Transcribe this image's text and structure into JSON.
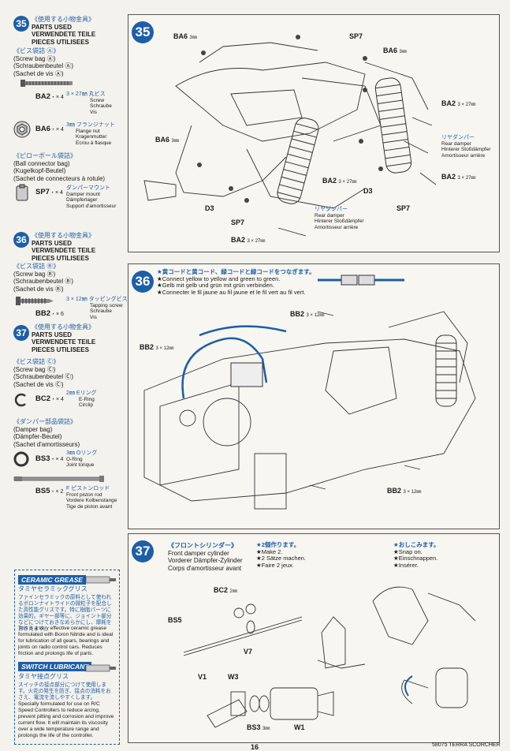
{
  "step35": {
    "number": "35",
    "header": {
      "jp": "《使用する小物金具》",
      "en1": "PARTS USED",
      "en2": "VERWENDETE TEILE",
      "en3": "PIECES UTILISEES"
    },
    "bag": {
      "jp": "《ビス袋詰 Ⓐ》",
      "l1": "(Screw bag Ⓐ)",
      "l2": "(Schraubenbeutel Ⓐ)",
      "l3": "(Sachet de vis Ⓐ)"
    },
    "part1": {
      "code": "BA2",
      "qty": "・× 4",
      "size": "3 × 27㎜ 丸ビス",
      "d1": "Screw",
      "d2": "Schraube",
      "d3": "Vis"
    },
    "part2": {
      "code": "BA6",
      "qty": "・× 4",
      "size": "3㎜ フランジナット",
      "d1": "Flange nut",
      "d2": "Kragenmutter",
      "d3": "Ecrou à flasque"
    },
    "bag2": {
      "jp": "《ピローボール袋詰》",
      "l1": "(Ball connector bag)",
      "l2": "(Kugelkopf-Beutel)",
      "l3": "(Sachet de connecteurs à rotule)"
    },
    "part3": {
      "code": "SP7",
      "qty": "・× 4",
      "size": "ダンパーマウント",
      "d1": "Damper mount",
      "d2": "Dämpferlager",
      "d3": "Support d'amortisseur"
    },
    "diagram": {
      "ba6a": "BA6",
      "ba6a_s": "3㎜",
      "sp7a": "SP7",
      "ba6b": "BA6",
      "ba6b_s": "3㎜",
      "ba2a": "BA2",
      "ba2a_s": "3 × 27㎜",
      "ba6c": "BA6",
      "ba6c_s": "3㎜",
      "rd_jp": "リヤダンパー",
      "rd_en": "Rear damper",
      "rd_de": "Hinterer Stoßdämpfer",
      "rd_fr": "Amortisseur arrière",
      "ba2b": "BA2",
      "ba2b_s": "3 × 27㎜",
      "ba2c": "BA2",
      "ba2c_s": "3 × 27㎜",
      "d3a": "D3",
      "d3b": "D3",
      "sp7b": "SP7",
      "sp7c": "SP7",
      "rd2_jp": "リヤダンパー",
      "rd2_en": "Rear damper",
      "rd2_de": "Hinterer Stoßdämpfer",
      "rd2_fr": "Amortisseur arrière",
      "ba2d": "BA2",
      "ba2d_s": "3 × 27㎜"
    }
  },
  "step36": {
    "number": "36",
    "header": {
      "jp": "《使用する小物金具》",
      "en1": "PARTS USED",
      "en2": "VERWENDETE TEILE",
      "en3": "PIECES UTILISEES"
    },
    "bag": {
      "jp": "《ビス袋詰 Ⓑ》",
      "l1": "(Screw bag Ⓑ)",
      "l2": "(Schraubenbeutel Ⓑ)",
      "l3": "(Sachet de vis Ⓑ)"
    },
    "part1": {
      "code": "BB2",
      "qty": "・× 6",
      "size": "3 × 12㎜ タッピングビス",
      "d1": "Tapping screw",
      "d2": "Schraube",
      "d3": "Vis"
    },
    "diagram": {
      "note_jp": "★黄コードと黄コード、緑コードと緑コードをつなぎます。",
      "note_en": "★Connect yellow to yellow and green to green.",
      "note_de": "★Gelb mit gelb und grün mit grün verbinden.",
      "note_fr": "★Connecter le fil jaune au fil jaune et le fil vert au fil vert.",
      "bb2a": "BB2",
      "bb2a_s": "3 × 12㎜",
      "bb2b": "BB2",
      "bb2b_s": "3 × 12㎜",
      "bb2c": "BB2",
      "bb2c_s": "3 × 12㎜"
    }
  },
  "step37": {
    "number": "37",
    "header": {
      "jp": "《使用する小物金具》",
      "en1": "PARTS USED",
      "en2": "VERWENDETE TEILE",
      "en3": "PIECES UTILISEES"
    },
    "bag": {
      "jp": "《ビス袋詰 Ⓒ》",
      "l1": "(Screw bag Ⓒ)",
      "l2": "(Schraubenbeutel Ⓒ)",
      "l3": "(Sachet de vis Ⓒ)"
    },
    "part1": {
      "code": "BC2",
      "qty": "・× 4",
      "size": "2㎜ Eリング",
      "d1": "E-Ring",
      "d2": "Circlip"
    },
    "bag2": {
      "jp": "《ダンパー部品袋詰》",
      "l1": "(Damper bag)",
      "l2": "(Dämpfer-Beutel)",
      "l3": "(Sachet d'amortisseurs)"
    },
    "part2": {
      "code": "BS3",
      "qty": "・× 4",
      "size": "3㎜ Oリング",
      "d1": "O-Ring",
      "d2": "Joint torique"
    },
    "part3": {
      "code": "BS5",
      "qty": "・× 2",
      "size": "F ピストンロッド",
      "d1": "Front piston rod",
      "d2": "Vordere Kolbenstange",
      "d3": "Tige de piston avant"
    },
    "diagram": {
      "title_jp": "《フロントシリンダー》",
      "title_en": "Front damper cylinder",
      "title_de": "Vorderer Dämpfer-Zylinder",
      "title_fr": "Corps d'amortisseur avant",
      "make_jp": "★2個作ります。",
      "make_en": "★Make 2.",
      "make_de": "★2 Sätze machen.",
      "make_fr": "★Faire 2 jeux.",
      "snap_jp": "★おしこみます。",
      "snap_en": "★Snap on.",
      "snap_de": "★Einschnappen.",
      "snap_fr": "★Insérer.",
      "bc2": "BC2",
      "bc2_s": "2㎜",
      "bs5": "BS5",
      "v7": "V7",
      "v1": "V1",
      "w3": "W3",
      "bs3": "BS3",
      "bs3_s": "3㎜",
      "w1": "W1"
    }
  },
  "grease": {
    "title1": "CERAMIC GREASE",
    "jp1": "タミヤセラミックグリス",
    "jp_body1": "ファインセラミックの原料として使われるボロンナイトライドの微粒子を配合した高性能グリスです。特に樹脂パーツに効果的。ギヤー部等に、ジョイント部分などにつけておきなめらかにし、摩耗をおさえます。",
    "en_body1": "This is a very effective ceramic grease formulated with Boron Nitride and is ideal for lubrication of all gears, bearings and joints on radio control cars. Reduces friction and prolongs life of parts.",
    "title2": "SWITCH LUBRICANT",
    "jp2": "タミヤ接点グリス",
    "jp_body2": "スイッチの接点部分につけて使用します。火花の発生を防ぎ、接点の消耗をおさえ、電流を流しやすくします。",
    "en_body2": "Specially formulated for use on R/C Speed Controllers to reduce arcing, prevent pitting and corrosion and improve current flow. It will maintain its viscosity over a wide temperature range and prolongs the life of the controller."
  },
  "footer": {
    "page": "16",
    "model": "58075 TERRA SCORCHER"
  }
}
